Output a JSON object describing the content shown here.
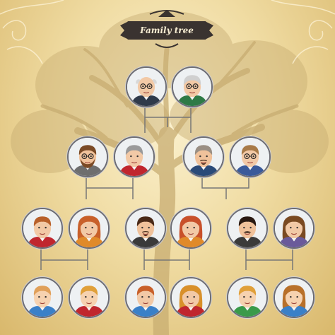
{
  "banner": {
    "title": "Family tree"
  },
  "colors": {
    "line": "#777777",
    "banner": "#3a3330",
    "tree": "#c8ad72"
  },
  "people": [
    {
      "icon": "grandfather-avatar-icon",
      "hair": "#d8d8d8",
      "shirt": "#2f3a4a",
      "skin": "#f2c9a6",
      "glasses": true,
      "beard": "none",
      "long": false,
      "bald": true
    },
    {
      "icon": "grandmother-avatar-icon",
      "hair": "#d0d0d0",
      "shirt": "#2e7a46",
      "skin": "#f2c9a6",
      "glasses": true,
      "beard": "none",
      "long": false,
      "bald": false
    },
    {
      "icon": "father-avatar-icon",
      "hair": "#7a4a26",
      "shirt": "#6e6e6e",
      "skin": "#f0c29b",
      "glasses": true,
      "beard": "full",
      "long": false,
      "bald": false
    },
    {
      "icon": "mother-avatar-icon",
      "hair": "#9a9a9a",
      "shirt": "#c0262e",
      "skin": "#f2c9a6",
      "glasses": false,
      "beard": "none",
      "long": false,
      "bald": false
    },
    {
      "icon": "father-in-law-avatar-icon",
      "hair": "#9a8f84",
      "shirt": "#2a4a78",
      "skin": "#f0c29b",
      "glasses": false,
      "beard": "goatee",
      "long": false,
      "bald": false
    },
    {
      "icon": "mother-in-law-avatar-icon",
      "hair": "#a87a48",
      "shirt": "#3a5a9a",
      "skin": "#f2c9a6",
      "glasses": true,
      "beard": "none",
      "long": false,
      "bald": false
    },
    {
      "icon": "son-avatar-icon",
      "hair": "#b8602a",
      "shirt": "#c0262e",
      "skin": "#f2c9a6",
      "glasses": false,
      "beard": "none",
      "long": false,
      "bald": false
    },
    {
      "icon": "daughter-avatar-icon",
      "hair": "#c8602a",
      "shirt": "#e08a2a",
      "skin": "#f2c9a6",
      "glasses": false,
      "beard": "none",
      "long": true,
      "bald": false
    },
    {
      "icon": "husband-avatar-icon",
      "hair": "#4a2a18",
      "shirt": "#3a3a3a",
      "skin": "#f0c29b",
      "glasses": false,
      "beard": "goatee",
      "long": false,
      "bald": false
    },
    {
      "icon": "wife-avatar-icon",
      "hair": "#c8502a",
      "shirt": "#e08a2a",
      "skin": "#f2c9a6",
      "glasses": false,
      "beard": "none",
      "long": true,
      "bald": false
    },
    {
      "icon": "brother-in-law-avatar-icon",
      "hair": "#2a1a12",
      "shirt": "#3a3a3a",
      "skin": "#f0c29b",
      "glasses": false,
      "beard": "mustache",
      "long": false,
      "bald": false
    },
    {
      "icon": "sister-in-law-avatar-icon",
      "hair": "#7a4a22",
      "shirt": "#6a5a9a",
      "skin": "#f2c9a6",
      "glasses": false,
      "beard": "none",
      "long": true,
      "bald": false
    },
    {
      "icon": "baby-boy-avatar-icon",
      "hair": "#e0a05a",
      "shirt": "#3a80c8",
      "skin": "#f6d2b0",
      "glasses": false,
      "beard": "none",
      "long": false,
      "bald": false
    },
    {
      "icon": "girl-avatar-icon",
      "hair": "#e0a03a",
      "shirt": "#c0262e",
      "skin": "#f6d2b0",
      "glasses": false,
      "beard": "none",
      "long": false,
      "bald": false
    },
    {
      "icon": "teen-girl-avatar-icon",
      "hair": "#c8602a",
      "shirt": "#3a80c8",
      "skin": "#f2c9a6",
      "glasses": false,
      "beard": "none",
      "long": false,
      "bald": false
    },
    {
      "icon": "young-woman-avatar-icon",
      "hair": "#d8902a",
      "shirt": "#c0262e",
      "skin": "#f2c9a6",
      "glasses": false,
      "beard": "none",
      "long": true,
      "bald": false
    },
    {
      "icon": "boy-avatar-icon",
      "hair": "#e0a03a",
      "shirt": "#3a9a4a",
      "skin": "#f6d2b0",
      "glasses": false,
      "beard": "none",
      "long": false,
      "bald": false
    },
    {
      "icon": "young-girl-avatar-icon",
      "hair": "#b8702a",
      "shirt": "#3a80c8",
      "skin": "#f6d2b0",
      "glasses": false,
      "beard": "none",
      "long": true,
      "bald": false
    }
  ]
}
